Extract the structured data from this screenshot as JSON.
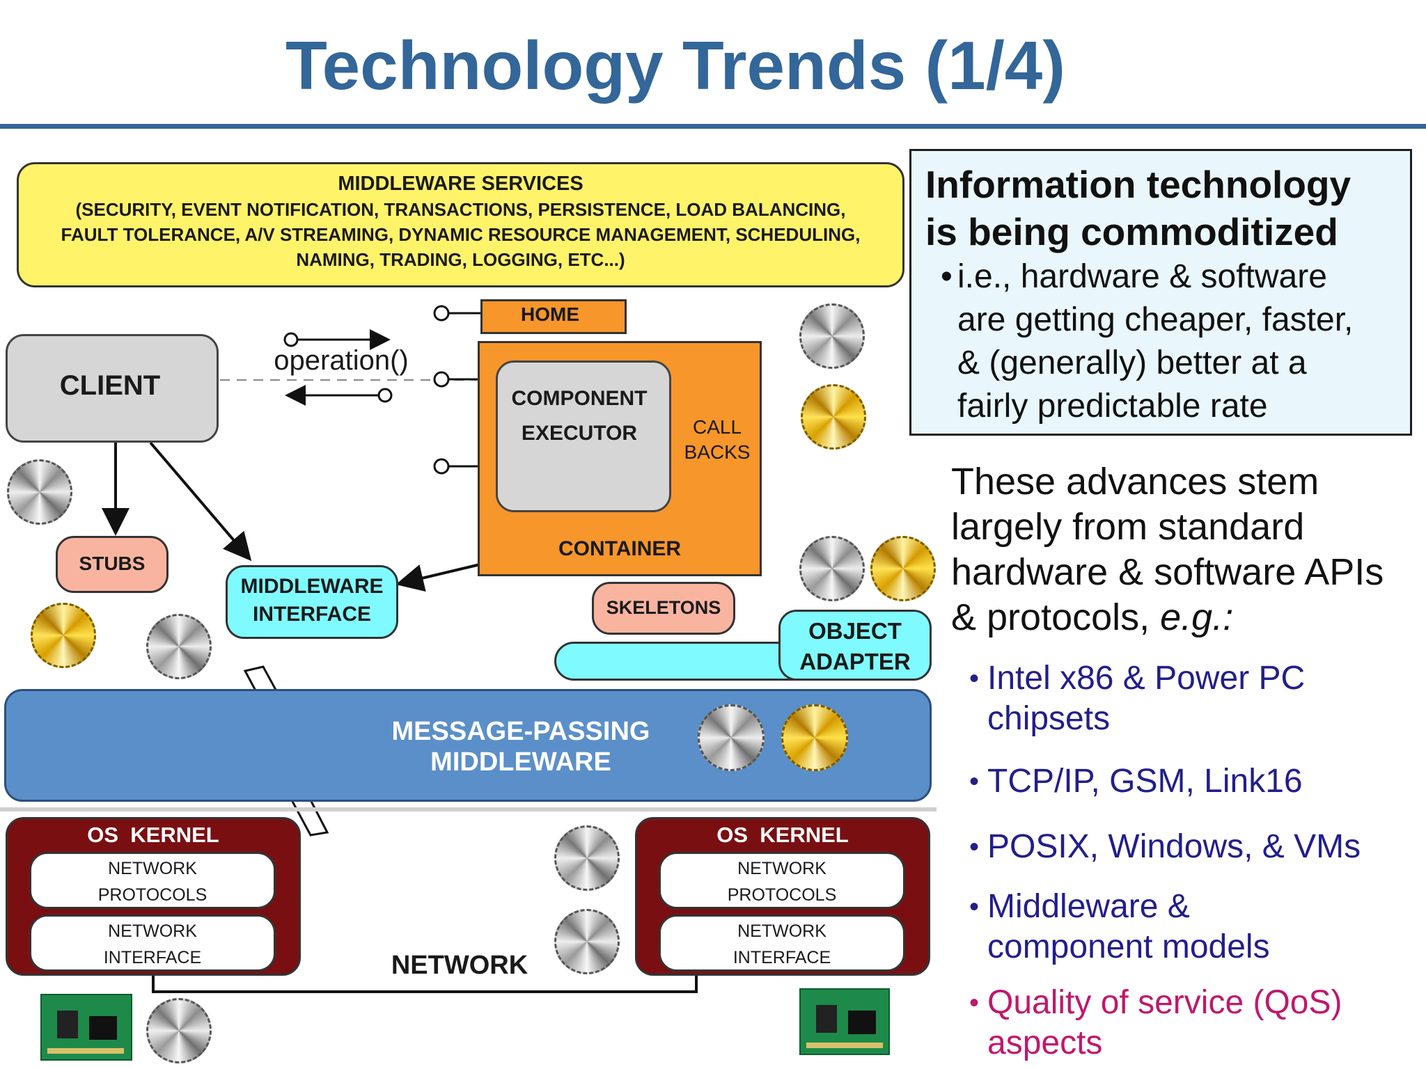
{
  "slide": {
    "title": "Technology Trends (1/4)"
  },
  "diagram": {
    "middleware_services": {
      "heading": "MIDDLEWARE SERVICES",
      "line1": "(SECURITY, EVENT NOTIFICATION, TRANSACTIONS, PERSISTENCE, LOAD BALANCING,",
      "line2": "FAULT TOLERANCE, A/V STREAMING, DYNAMIC RESOURCE MANAGEMENT, SCHEDULING,",
      "line3": "NAMING, TRADING, LOGGING, ETC...)"
    },
    "home": "HOME",
    "client": "CLIENT",
    "operation": "operation()",
    "component_executor_1": "COMPONENT",
    "component_executor_2": "EXECUTOR",
    "callbacks_1": "CALL",
    "callbacks_2": "BACKS",
    "container": "CONTAINER",
    "stubs": "STUBS",
    "middleware_interface_1": "MIDDLEWARE",
    "middleware_interface_2": "INTERFACE",
    "skeletons": "SKELETONS",
    "object_adapter_1": "OBJECT",
    "object_adapter_2": "ADAPTER",
    "message_passing_1": "MESSAGE-PASSING",
    "message_passing_2": "MIDDLEWARE",
    "os_kernel_left": "OS  KERNEL",
    "os_kernel_right": "OS  KERNEL",
    "net_protocols_1": "NETWORK",
    "net_protocols_2": "PROTOCOLS",
    "net_interface_1": "NETWORK",
    "net_interface_2": "INTERFACE",
    "network": "NETWORK"
  },
  "info": {
    "headline_1": "Information technology",
    "headline_2": "is being commoditized",
    "bullet_1": "i.e., hardware & software",
    "bullet_2": "are getting cheaper, faster,",
    "bullet_3": "& (generally) better at a",
    "bullet_4": "fairly predictable rate"
  },
  "advances": {
    "line1": "These advances stem",
    "line2": "largely from standard",
    "line3": "hardware & software APIs",
    "line4": "& protocols, ",
    "line4_em": "e.g.:"
  },
  "examples": [
    {
      "line1": "Intel x86 & Power PC",
      "line2": "chipsets"
    },
    {
      "line1": "TCP/IP, GSM, Link16",
      "line2": ""
    },
    {
      "line1": "POSIX, Windows, & VMs",
      "line2": ""
    },
    {
      "line1": "Middleware &",
      "line2": "component models"
    },
    {
      "line1": "Quality of service (QoS)",
      "line2": "aspects"
    }
  ],
  "bullet_glyph": "•",
  "colors": {
    "title": "#336699",
    "examples": "#221e8c",
    "qos": "#c0186c",
    "middleware_services": "#fff36a",
    "container": "#f7962b",
    "message_passing": "#5b8fc9",
    "os_kernel": "#7a0f12",
    "cyan": "#7ffbff",
    "pink": "#f9b4a0"
  }
}
